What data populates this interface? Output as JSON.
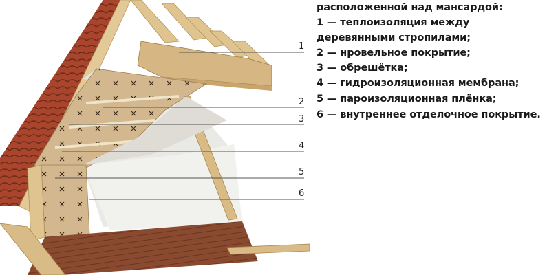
{
  "legend": {
    "heading": "расположенной над мансардой:",
    "items": [
      {
        "text": "1 — теплоизоляция между"
      },
      {
        "text": "деревянными стропилами;"
      },
      {
        "text": "2 — нровельное покрытие;"
      },
      {
        "text": "3 — обрешётка;"
      },
      {
        "text": "4 — гидроизоляционная мембрана;"
      },
      {
        "text": "5 — пароизоляционная плёнка;"
      },
      {
        "text": "6 — внутреннее отделочное покрытие."
      }
    ]
  },
  "callouts": [
    "1",
    "2",
    "3",
    "4",
    "5",
    "6"
  ],
  "colors": {
    "roof_tile": "#a8452c",
    "timber": "#dcc08c",
    "insulation": "#cdb08a",
    "wall": "#eeeeeb",
    "floor": "#8a4a30",
    "leader_line": "#555555"
  }
}
